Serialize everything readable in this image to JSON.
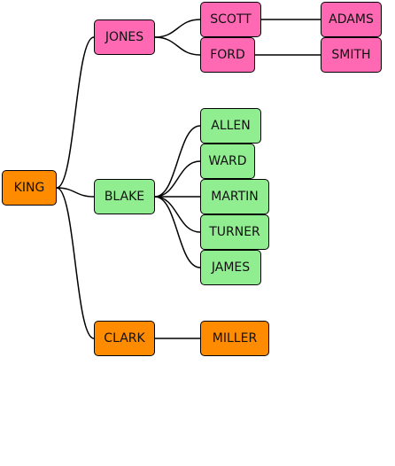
{
  "colors": {
    "orange": "#ff8c00",
    "pink": "#ff69b4",
    "green": "#90ee90",
    "link": "#000000"
  },
  "tree": {
    "label": "KING",
    "color": "orange",
    "children": [
      {
        "label": "JONES",
        "color": "pink",
        "children": [
          {
            "label": "SCOTT",
            "color": "pink",
            "children": [
              {
                "label": "ADAMS",
                "color": "pink",
                "children": []
              }
            ]
          },
          {
            "label": "FORD",
            "color": "pink",
            "children": [
              {
                "label": "SMITH",
                "color": "pink",
                "children": []
              }
            ]
          }
        ]
      },
      {
        "label": "BLAKE",
        "color": "green",
        "children": [
          {
            "label": "ALLEN",
            "color": "green",
            "children": []
          },
          {
            "label": "WARD",
            "color": "green",
            "children": []
          },
          {
            "label": "MARTIN",
            "color": "green",
            "children": []
          },
          {
            "label": "TURNER",
            "color": "green",
            "children": []
          },
          {
            "label": "JAMES",
            "color": "green",
            "children": []
          }
        ]
      },
      {
        "label": "CLARK",
        "color": "orange",
        "children": [
          {
            "label": "MILLER",
            "color": "orange",
            "children": []
          }
        ]
      }
    ]
  }
}
